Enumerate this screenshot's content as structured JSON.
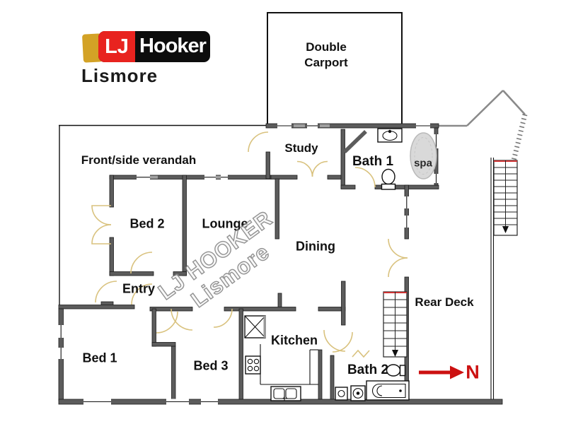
{
  "branding": {
    "logo_initials": "LJ",
    "logo_name": "Hooker",
    "office_name": "Lismore"
  },
  "watermark": {
    "line1": "LJ HOOKER",
    "line2": "Lismore"
  },
  "rooms": {
    "carport": "Double Carport",
    "verandah": "Front/side verandah",
    "study": "Study",
    "bath1": "Bath 1",
    "spa": "spa",
    "bed2": "Bed 2",
    "lounge": "Lounge",
    "dining": "Dining",
    "entry": "Entry",
    "rear_deck": "Rear Deck",
    "bed1": "Bed 1",
    "bed3": "Bed 3",
    "kitchen": "Kitchen",
    "bath2": "Bath 2"
  },
  "compass": {
    "label": "N"
  },
  "colors": {
    "wall": "#5c5c5c",
    "door": "#d9c27e",
    "north_red": "#cc1111",
    "stair_red": "#cc3333",
    "logo_red": "#e8231f",
    "logo_gold": "#d3a226",
    "logo_black": "#0d0d0d",
    "spa_fill": "#d9d9d9"
  }
}
